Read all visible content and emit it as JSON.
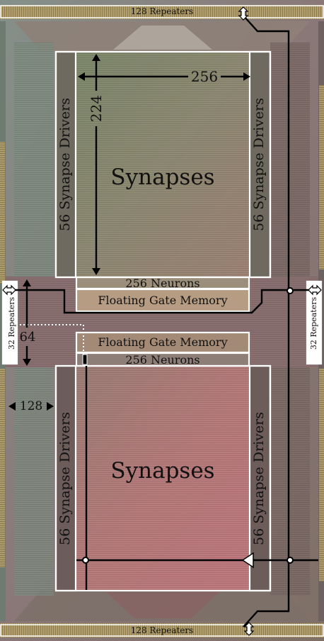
{
  "labels": {
    "repeaters_top": "128 Repeaters",
    "repeaters_bottom": "128 Repeaters",
    "repeaters_left": "32 Repeaters",
    "repeaters_right": "32 Repeaters",
    "dim_256": "256",
    "dim_224": "224",
    "dim_64": "64",
    "dim_128": "128",
    "synapses_top": "Synapses",
    "synapses_bottom": "Synapses",
    "drivers_top_left": "56 Synapse Drivers",
    "drivers_top_right": "56 Synapse Drivers",
    "drivers_bottom_left": "56 Synapse Drivers",
    "drivers_bottom_right": "56 Synapse Drivers",
    "neurons_top": "256 Neurons",
    "neurons_bottom": "256 Neurons",
    "fg_memory_top": "Floating Gate Memory",
    "fg_memory_bottom": "Floating Gate Memory"
  },
  "colors": {
    "die_base": "#8c7a7e",
    "synapse_top": "#8e8a72",
    "synapse_bottom": "#b07878",
    "pad_ring": "#b8a878",
    "outline": "#ffffff",
    "wire": "#000000"
  }
}
